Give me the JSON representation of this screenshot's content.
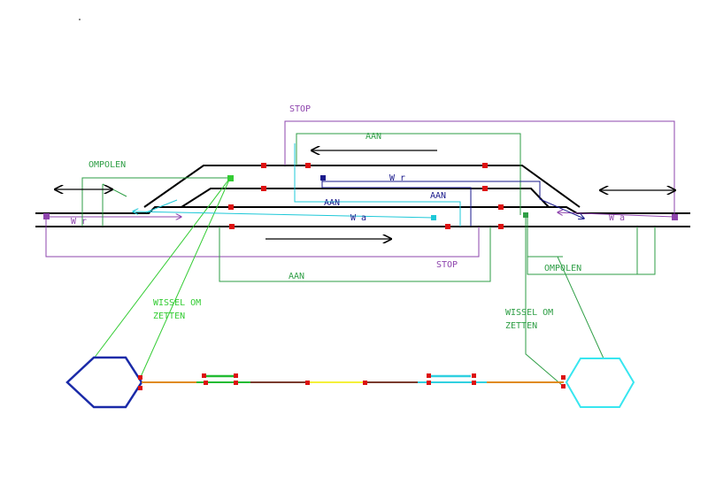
{
  "labels": {
    "stop_top": "STOP",
    "aan_top": "AAN",
    "ompolen_left": "OMPOLEN",
    "wr_upper": "W r",
    "aan_mid": "AAN",
    "aan_mid_left": "AAN",
    "wa_mid": "W a",
    "wr_left": "W r",
    "wa_right": "W a",
    "stop_bottom": "STOP",
    "aan_bottom": "AAN",
    "ompolen_right": "OMPOLEN",
    "wissel_left_1": "WISSEL OM",
    "wissel_left_2": "ZETTEN",
    "wissel_right_1": "WISSEL OM",
    "wissel_right_2": "ZETTEN"
  },
  "colors": {
    "track": "#000000",
    "stop_wire": "#8e44ad",
    "aan_wire": "#2e9e45",
    "blue_wire": "#1a1a8c",
    "cyan_wire": "#1ec8d8",
    "green_wire": "#33cc33",
    "feedback": "#dd1111",
    "hex_left": "#1a2aa8",
    "hex_right": "#38e6f0",
    "line_orange": "#e08a1e",
    "line_brown": "#7a3b2e",
    "line_yellow": "#f5f03a",
    "line_green": "#22bb33",
    "line_cyan": "#30d0e0"
  }
}
